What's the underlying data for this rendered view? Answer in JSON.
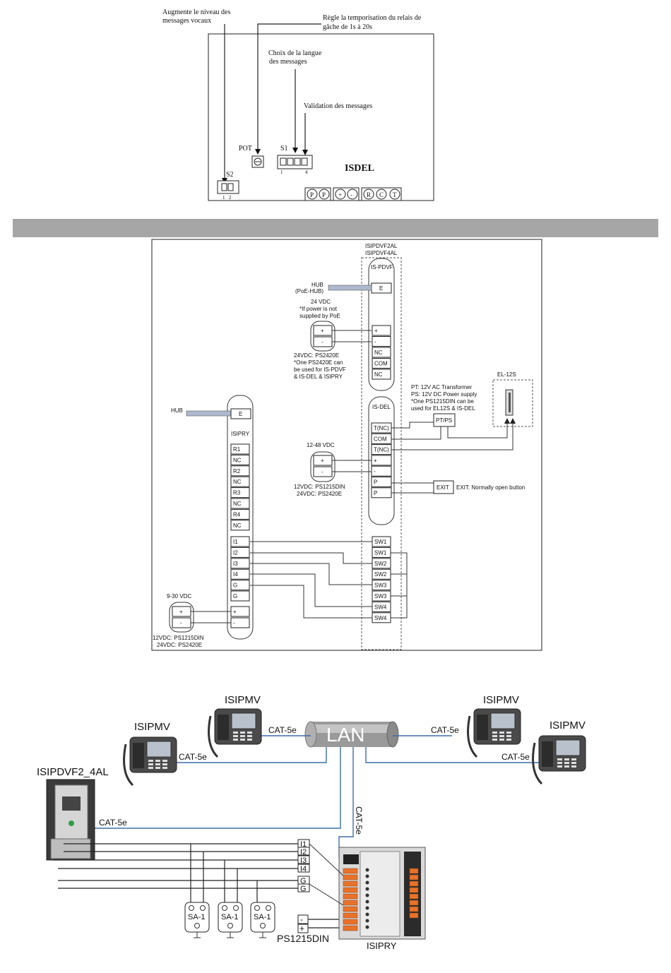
{
  "isdel": {
    "label_voice_level": [
      "Augmente le niveau des",
      "messages vocaux"
    ],
    "label_relay_timer": [
      "Règle la temporisation du relais de",
      "gâche de 1s à 20s"
    ],
    "label_language": [
      "Choix de la langue",
      "des messages"
    ],
    "label_validation": "Validation des messages",
    "pot_label": "POT",
    "s1_label": "S1",
    "s1_pin_first": "1",
    "s1_pin_last": "4",
    "s2_label": "S2",
    "s2_pin_1": "1",
    "s2_pin_2": "2",
    "board_name": "ISDEL",
    "terminals": [
      "P",
      "P",
      "+",
      "-",
      "R",
      "C",
      "T"
    ]
  },
  "wiring": {
    "hub_top_label": "HUB",
    "hub_top_sub": "(PoE-HUB)",
    "pdvf_names": [
      "ISIPDVF2AL",
      "ISIPDVF4AL"
    ],
    "is_pdvf_label": "IS-PDVF",
    "pdvf_e": "E",
    "power24_title": [
      "24 VDC",
      "*If power is not",
      "supplied by PoE"
    ],
    "power24_note": [
      "24VDC: PS2420E",
      "*One PS2420E can",
      "be used for IS-PDVF",
      "& IS-DEL & ISIPRY"
    ],
    "pdvf_terms": [
      "+",
      "-",
      "NC",
      "COM",
      "NC"
    ],
    "psu_plus": "+",
    "psu_minus": "-",
    "pt_note": [
      "PT: 12V AC Transformer",
      "PS: 12V DC Power supply",
      "*One PS1215DIN can be",
      "used for EL12S & IS-DEL"
    ],
    "pt_box": "PT/PS",
    "el_label": "EL-12S",
    "is_del_label": "IS-DEL",
    "del_terms": [
      "T(NC)",
      "COM",
      "T(NC)",
      "+",
      "-",
      "P",
      "P"
    ],
    "power1248_title": "12-48 VDC",
    "power1248_note": [
      "12VDC: PS1215DIN",
      "24VDC: PS2420E"
    ],
    "exit_box": "EXIT",
    "exit_note": "EXIT: Normally open button",
    "hub_left_label": "HUB",
    "isipry_label": "ISIPRY",
    "isipry_e": "E",
    "isipry_relays": [
      "R1",
      "NC",
      "R2",
      "NC",
      "R3",
      "NC",
      "R4",
      "NC"
    ],
    "isipry_inputs": [
      "I1",
      "I2",
      "I3",
      "I4",
      "G",
      "G"
    ],
    "isipry_power": [
      "+",
      "-"
    ],
    "sw_terms": [
      "SW1",
      "SW1",
      "SW2",
      "SW2",
      "SW3",
      "SW3",
      "SW4",
      "SW4"
    ],
    "power930_title": "9-30 VDC",
    "power930_note": [
      "12VDC: PS1215DIN",
      "24VDC: PS2420E"
    ]
  },
  "network": {
    "monitors": [
      "ISIPMV",
      "ISIPMV",
      "ISIPMV",
      "ISIPMV"
    ],
    "lan_label": "LAN",
    "cable_label": "CAT-5e",
    "door_station": "ISIPDVF2_4AL",
    "inputs": [
      "I1",
      "I2",
      "I3",
      "I4",
      "G",
      "G"
    ],
    "sa_label": "SA-1",
    "psu_label": "PS1215DIN",
    "psu_minus": "-",
    "psu_plus": "+",
    "relay_module": "ISIPRY"
  },
  "colors": {
    "banner": "#a6a6a6",
    "cable_blue": "#3d6ea8",
    "relay_orange": "#e8722a"
  }
}
